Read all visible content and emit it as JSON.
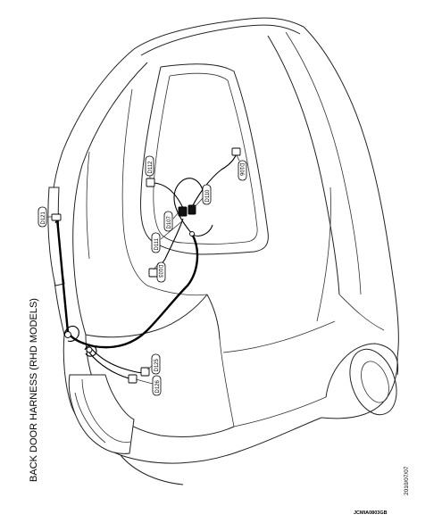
{
  "title": "BACK DOOR HARNESS (RHD MODELS)",
  "date": "2010/07/07",
  "figure_code": "JCMIA0803GB",
  "connectors": [
    {
      "id": "d121",
      "label": "D121"
    },
    {
      "id": "d112",
      "label": "D112"
    },
    {
      "id": "d106",
      "label": "D106"
    },
    {
      "id": "d110",
      "label": "D110"
    },
    {
      "id": "d107",
      "label": "D107"
    },
    {
      "id": "d111",
      "label": "D111"
    },
    {
      "id": "d103",
      "label": "D103"
    },
    {
      "id": "d125",
      "label": "D125"
    },
    {
      "id": "d126",
      "label": "D126"
    }
  ]
}
